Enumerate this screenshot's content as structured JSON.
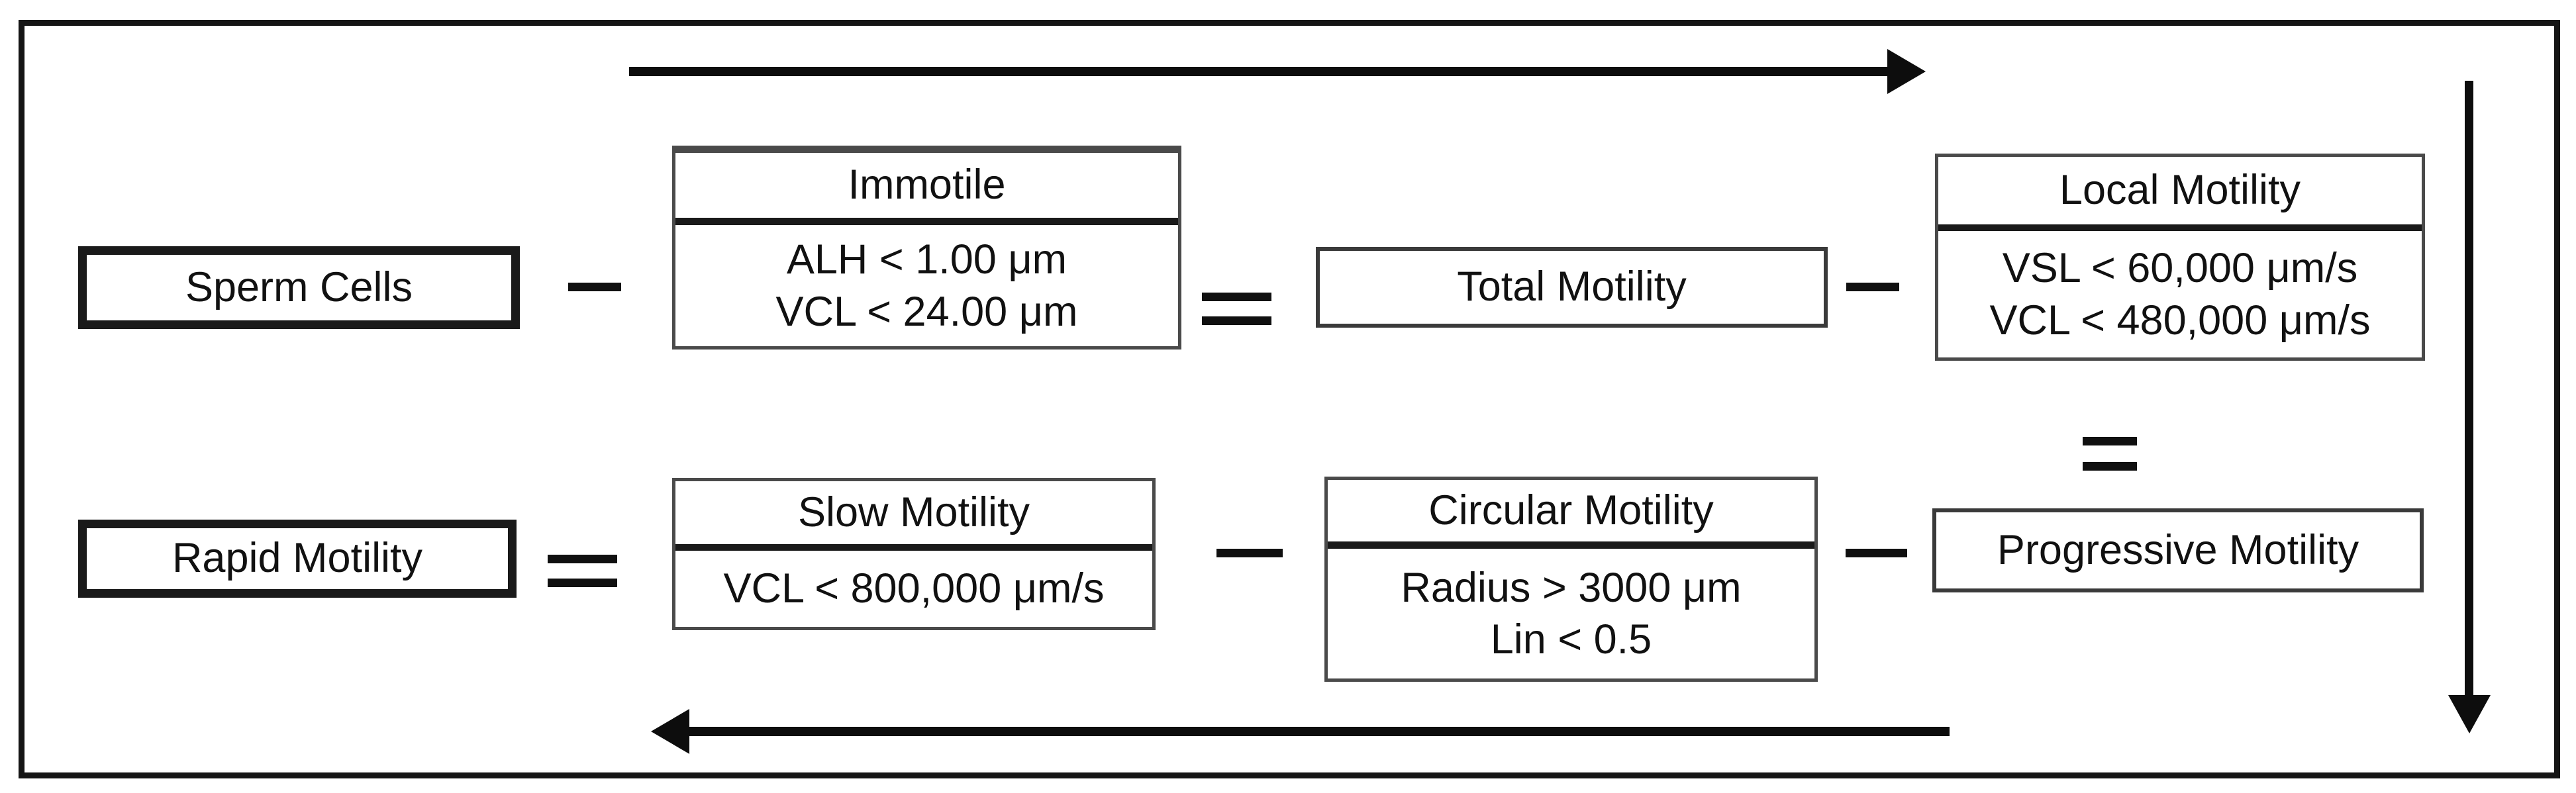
{
  "diagram": {
    "description": "Sperm motility classification flow diagram",
    "colors": {
      "ink": "#111111",
      "background": "#ffffff"
    },
    "nodes": {
      "sperm_cells": {
        "title": "Sperm Cells"
      },
      "immotile": {
        "title": "Immotile",
        "criteria": [
          "ALH < 1.00 μm",
          "VCL < 24.00 μm"
        ]
      },
      "total_motility": {
        "title": "Total Motility"
      },
      "local_motility": {
        "title": "Local Motility",
        "criteria": [
          "VSL < 60,000 μm/s",
          "VCL < 480,000 μm/s"
        ]
      },
      "rapid_motility": {
        "title": "Rapid Motility"
      },
      "slow_motility": {
        "title": "Slow Motility",
        "criteria": [
          "VCL < 800,000 μm/s"
        ]
      },
      "circular_motility": {
        "title": "Circular Motility",
        "criteria": [
          "Radius > 3000 μm",
          "Lin < 0.5"
        ]
      },
      "progressive_motility": {
        "title": "Progressive Motility"
      }
    },
    "edges": [
      {
        "from": "sperm_cells",
        "to": "immotile",
        "style": "single-line"
      },
      {
        "from": "immotile",
        "to": "total_motility",
        "style": "double-line"
      },
      {
        "from": "total_motility",
        "to": "local_motility",
        "style": "single-line"
      },
      {
        "from": "local_motility",
        "to": "progressive_motility",
        "style": "double-line"
      },
      {
        "from": "rapid_motility",
        "to": "slow_motility",
        "style": "double-line"
      },
      {
        "from": "slow_motility",
        "to": "circular_motility",
        "style": "single-line"
      },
      {
        "from": "circular_motility",
        "to": "progressive_motility",
        "style": "single-line"
      }
    ],
    "arrows": [
      {
        "position": "top",
        "direction": "right"
      },
      {
        "position": "right",
        "direction": "down"
      },
      {
        "position": "bottom",
        "direction": "left"
      }
    ]
  }
}
